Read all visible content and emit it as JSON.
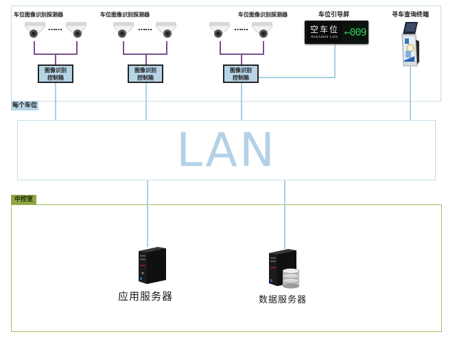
{
  "diagram": {
    "regions": {
      "parking_space": "每个车位",
      "control_room": "中控室"
    },
    "network": {
      "label": "LAN"
    },
    "detector_groups": [
      {
        "label": "车位图像识别探测器",
        "ellipsis": "……",
        "controller": [
          "图像识别",
          "控制箱"
        ]
      },
      {
        "label": "车位图像识别探测器",
        "ellipsis": "……",
        "controller": [
          "图像识别",
          "控制箱"
        ]
      },
      {
        "label": "车位图像识别探测器",
        "ellipsis": "……",
        "controller": [
          "图像识别",
          "控制箱"
        ]
      }
    ],
    "guidance_screen": {
      "label": "车位引导屏",
      "display_cn": "空车位",
      "display_en": "Available Lots",
      "arrow": "←",
      "count": "009"
    },
    "kiosk": {
      "label": "寻车查询终端"
    },
    "servers": [
      {
        "label": "应用服务器",
        "icon": "server-tower-icon"
      },
      {
        "label": "数据服务器",
        "icon": "database-server-icon"
      }
    ],
    "colors": {
      "network_line": "#a9cfe0",
      "lan_text": "#b4d1e6",
      "parking_label_bg": "#b7d3e6",
      "control_label_bg": "#8ea645",
      "control_frame": "#a2bb62",
      "camera_link": "#7a4c8f",
      "controller_box": "#b6d4e6",
      "sign_count": "#37c35a"
    }
  }
}
